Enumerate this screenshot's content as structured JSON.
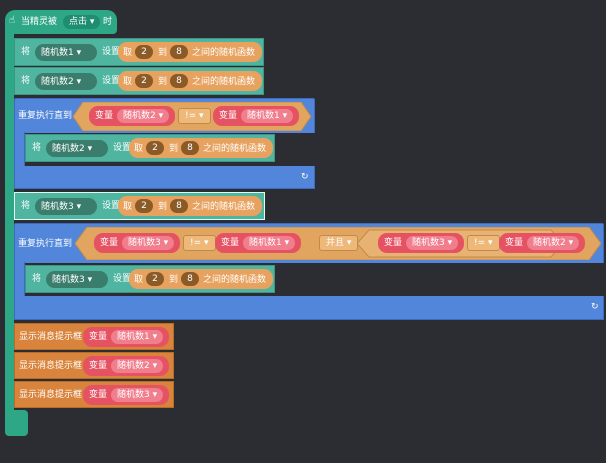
{
  "event": {
    "prefix": "当精灵被",
    "trigger": "点击 ▾",
    "suffix": "时"
  },
  "set_blocks": [
    {
      "set": "将",
      "var": "随机数1 ▾",
      "verb": "设置成",
      "take": "取",
      "min": "2",
      "to": "到",
      "max": "8",
      "tail": "之间的随机函数"
    },
    {
      "set": "将",
      "var": "随机数2 ▾",
      "verb": "设置成",
      "take": "取",
      "min": "2",
      "to": "到",
      "max": "8",
      "tail": "之间的随机函数"
    },
    {
      "set": "将",
      "var": "随机数2 ▾",
      "verb": "设置成",
      "take": "取",
      "min": "2",
      "to": "到",
      "max": "8",
      "tail": "之间的随机函数"
    },
    {
      "set": "将",
      "var": "随机数3 ▾",
      "verb": "设置成",
      "take": "取",
      "min": "2",
      "to": "到",
      "max": "8",
      "tail": "之间的随机函数"
    },
    {
      "set": "将",
      "var": "随机数3 ▾",
      "verb": "设置成",
      "take": "取",
      "min": "2",
      "to": "到",
      "max": "8",
      "tail": "之间的随机函数"
    }
  ],
  "loop1": {
    "label": "重复执行直到",
    "var_word": "变量",
    "left": "随机数2 ▾",
    "op": "!= ▾",
    "right": "随机数1 ▾"
  },
  "loop2": {
    "label": "重复执行直到",
    "var_word": "变量",
    "a": "随机数3 ▾",
    "op1": "!= ▾",
    "b": "随机数1 ▾",
    "and": "并且 ▾",
    "c": "随机数3 ▾",
    "op2": "!= ▾",
    "d": "随机数2 ▾"
  },
  "shows": [
    {
      "label": "显示消息提示框",
      "var_word": "变量",
      "var": "随机数1 ▾"
    },
    {
      "label": "显示消息提示框",
      "var_word": "变量",
      "var": "随机数2 ▾"
    },
    {
      "label": "显示消息提示框",
      "var_word": "变量",
      "var": "随机数3 ▾"
    }
  ],
  "icons": {
    "event": "hand-icon",
    "loop": "loop-arrow-icon"
  }
}
